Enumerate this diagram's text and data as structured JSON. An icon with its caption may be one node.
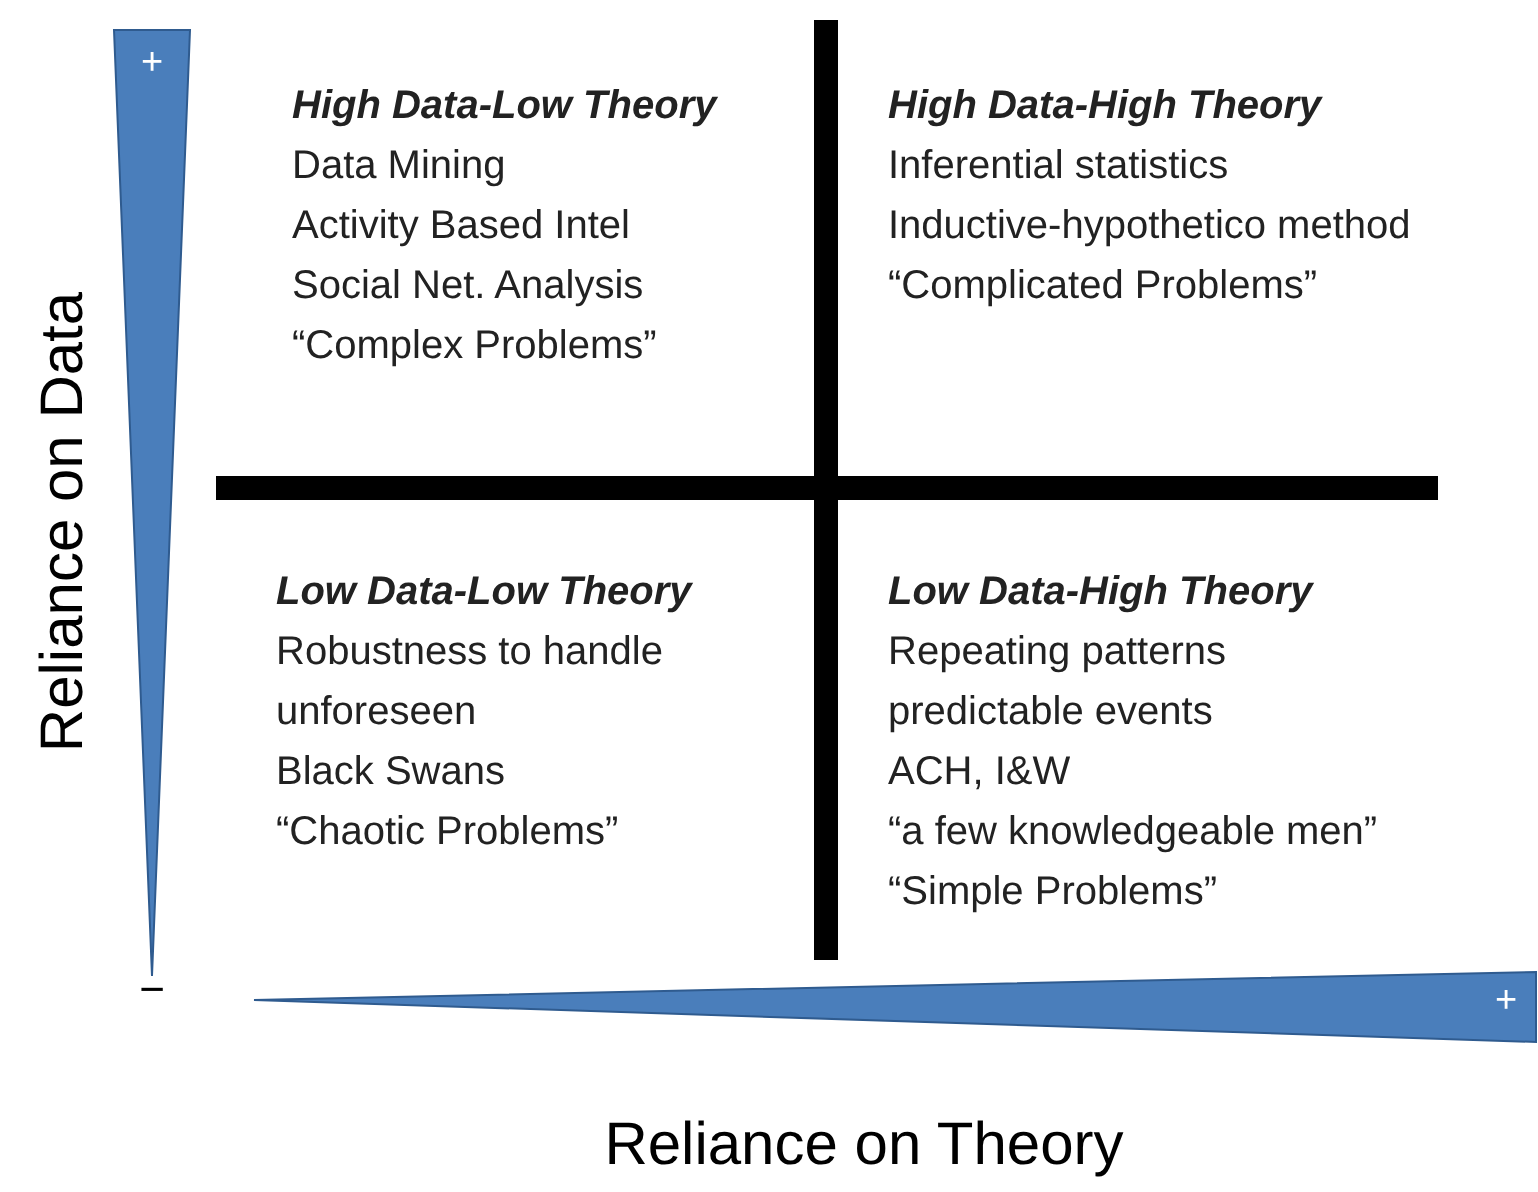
{
  "diagram": {
    "nodes": [
      {
        "text": [
          "High Data-Low Theory",
          "Data Mining",
          "Activity Based Intel",
          "Social Net. Analysis",
          "“Complex Problems”"
        ]
      },
      {
        "text": [
          "High Data-High Theory",
          "Inferential statistics",
          "Inductive-hypothetico method",
          "“Complicated Problems”"
        ]
      },
      {
        "text": [
          "Low Data-Low Theory",
          "Robustness to handle unforeseen",
          "Black Swans",
          "“Chaotic Problems”"
        ]
      },
      {
        "text": [
          "Low Data-High Theory",
          "Repeating patterns",
          "predictable events",
          "ACH, I&W",
          "“a few knowledgeable men”",
          "“Simple Problems”"
        ]
      }
    ],
    "labels": [
      "+",
      "Reliance on Data",
      "−",
      "+",
      "Reliance on Theory"
    ]
  }
}
